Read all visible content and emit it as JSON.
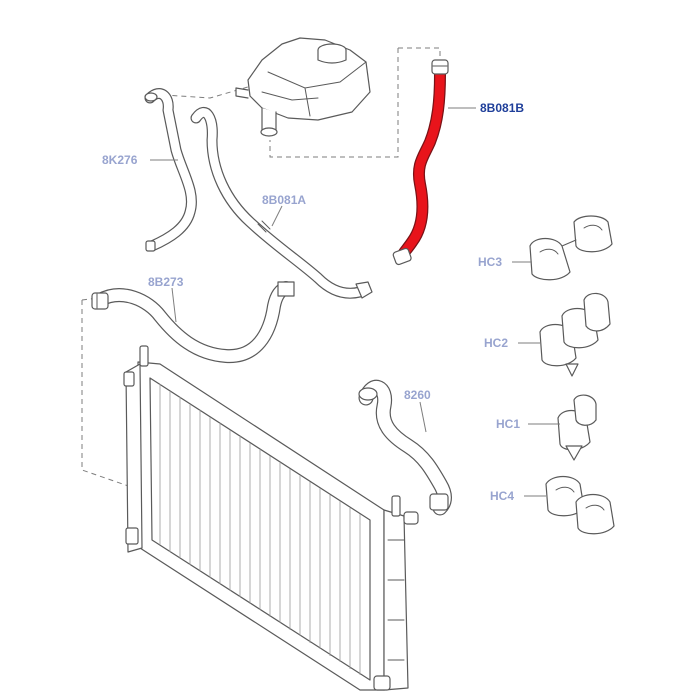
{
  "labels": {
    "hose_highlighted": "8B081B",
    "hose_upper_left": "8K276",
    "hose_upper_mid": "8B081A",
    "hose_lower": "8B273",
    "hose_right": "8260",
    "clip_hc3": "HC3",
    "clip_hc2": "HC2",
    "clip_hc1": "HC1",
    "clip_hc4": "HC4"
  },
  "colors": {
    "highlight": "#e8141b",
    "highlight_label": "#1f3f9a",
    "label": "#98a4cf",
    "line": "#5a5a5a"
  }
}
